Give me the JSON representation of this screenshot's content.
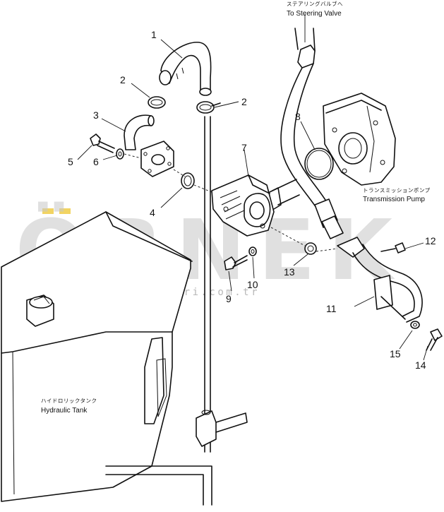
{
  "watermark": {
    "brand": "ÖRNEK",
    "site": "www.ornekismakinalari.com.tr",
    "accent_color": "#f2d463"
  },
  "labels": {
    "steering_jp": "ステアリングバルブへ",
    "steering_en": "To Steering Valve",
    "transmission_jp": "トランスミッションポンプ",
    "transmission_en": "Transmission Pump",
    "tank_jp": "ハイドロリックタンク",
    "tank_en": "Hydraulic Tank"
  },
  "callouts": [
    "1",
    "2",
    "2",
    "3",
    "4",
    "5",
    "6",
    "7",
    "8",
    "9",
    "10",
    "11",
    "12",
    "13",
    "14",
    "15"
  ]
}
